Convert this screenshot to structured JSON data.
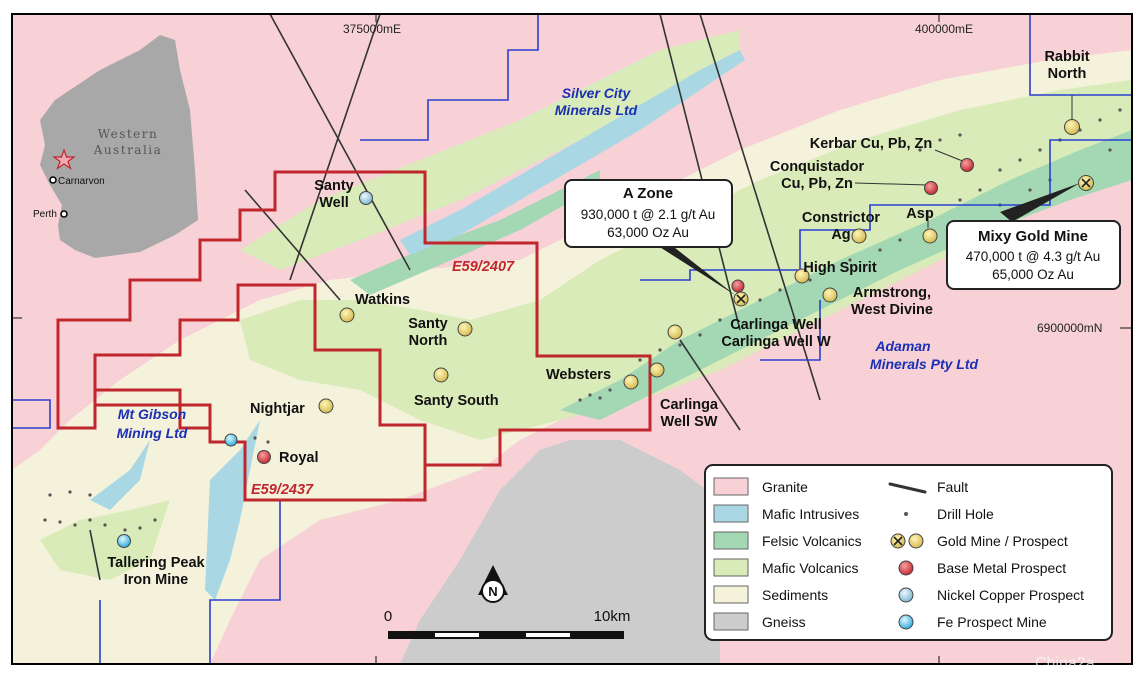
{
  "grid": {
    "e1": "375000mE",
    "e2": "400000mE",
    "n1": "6900000mN"
  },
  "inset": {
    "region": "Western\nAustralia",
    "towns": [
      "Carnarvon",
      "Perth"
    ]
  },
  "companies": [
    {
      "name": "Silver City\nMinerals Ltd"
    },
    {
      "name": "Adaman\nMinerals Pty Ltd"
    },
    {
      "name": "Mt Gibson\nMining Ltd"
    }
  ],
  "tenements": [
    "E59/2407",
    "E59/2437"
  ],
  "sites": [
    {
      "name": "Santy\nWell",
      "type": "Nickel Copper Prospect"
    },
    {
      "name": "Watkins",
      "type": "Gold Mine / Prospect"
    },
    {
      "name": "Santy\nNorth",
      "type": "Gold Mine / Prospect"
    },
    {
      "name": "Santy South",
      "type": "Gold Mine / Prospect"
    },
    {
      "name": "Nightjar",
      "type": "Gold Mine / Prospect"
    },
    {
      "name": "Royal",
      "type": "Base Metal Prospect"
    },
    {
      "name": "Tallering Peak\nIron Mine",
      "type": "Fe Prospect Mine"
    },
    {
      "name": "Websters",
      "type": "Gold Mine / Prospect"
    },
    {
      "name": "Carlinga\nWell SW",
      "type": "Gold Mine / Prospect"
    },
    {
      "name": "Carlinga Well\nCarlinga Well W",
      "type": "Gold Mine / Prospect"
    },
    {
      "name": "High Spirit",
      "type": "Gold Mine / Prospect"
    },
    {
      "name": "Armstrong,\nWest Divine",
      "type": "Gold Mine / Prospect"
    },
    {
      "name": "Constrictor\nAg",
      "type": "Gold Mine / Prospect"
    },
    {
      "name": "Asp",
      "type": "Gold Mine / Prospect"
    },
    {
      "name": "Conquistador\nCu, Pb, Zn",
      "type": "Base Metal Prospect"
    },
    {
      "name": "Kerbar Cu, Pb, Zn",
      "type": "Base Metal Prospect"
    },
    {
      "name": "Rabbit\nNorth",
      "type": "Gold Mine / Prospect"
    }
  ],
  "callouts": {
    "a_zone": {
      "title": "A Zone",
      "line1": "930,000 t @ 2.1 g/t Au",
      "line2": "63,000 Oz Au"
    },
    "mixy": {
      "title": "Mixy Gold Mine",
      "line1": "470,000 t @ 4.3 g/t Au",
      "line2": "65,000 Oz Au"
    }
  },
  "legend": {
    "col1": [
      {
        "label": "Granite",
        "color": "#f7d1d6"
      },
      {
        "label": "Mafic Intrusives",
        "color": "#a9d8e4"
      },
      {
        "label": "Felsic Volcanics",
        "color": "#a4d8b4"
      },
      {
        "label": "Mafic Volcanics",
        "color": "#d8ebb8"
      },
      {
        "label": "Sediments",
        "color": "#f5f2dc"
      },
      {
        "label": "Gneiss",
        "color": "#cccccc"
      }
    ],
    "col2": [
      {
        "label": "Fault",
        "icon": "fault-line-icon"
      },
      {
        "label": "Drill Hole",
        "icon": "drill-hole-icon"
      },
      {
        "label": "Gold Mine / Prospect",
        "icon": "gold-mine-icon"
      },
      {
        "label": "Base Metal Prospect",
        "icon": "base-metal-icon",
        "color": "#e0505a"
      },
      {
        "label": "Nickel Copper Prospect",
        "icon": "nickel-copper-icon",
        "color": "#a9c8d8"
      },
      {
        "label": "Fe Prospect Mine",
        "icon": "fe-prospect-icon",
        "color": "#8fd0f0"
      }
    ]
  },
  "scalebar": {
    "start": "0",
    "end": "10km",
    "north": "N"
  },
  "watermark": "China2a"
}
